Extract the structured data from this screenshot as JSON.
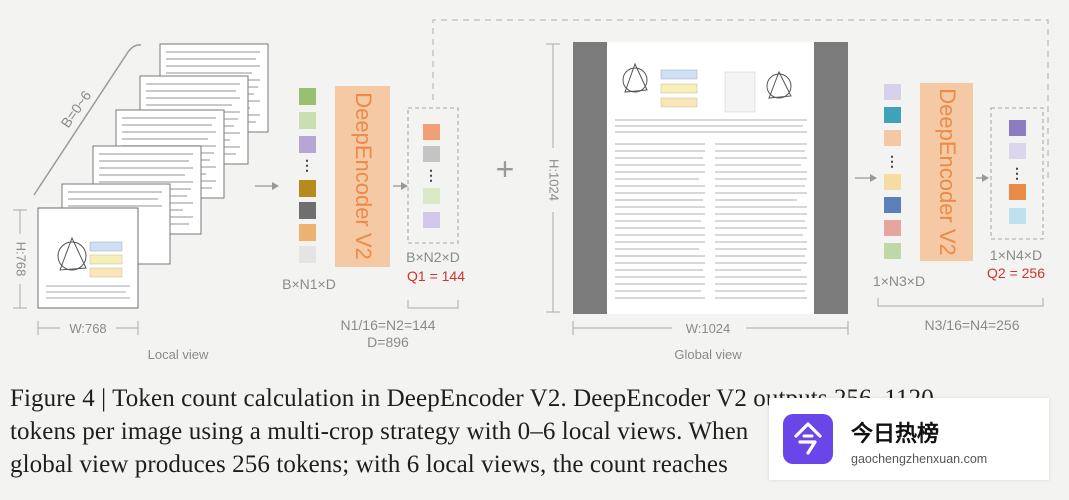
{
  "figure": {
    "local": {
      "batch_label": "B=0~6",
      "height_label": "H:768",
      "width_label": "W:768",
      "view_label": "Local view",
      "dims_in": "B×N1×D",
      "encoder_label": "DeepEncoder V2",
      "dims_out": "B×N2×D",
      "q_label": "Q1 = 144",
      "formula_1": "N1/16=N2=144",
      "formula_2": "D=896"
    },
    "plus_sign": "+",
    "global": {
      "height_label": "H:1024",
      "width_label": "W:1024",
      "view_label": "Global view",
      "dims_in": "1×N3×D",
      "encoder_label": "DeepEncoder V2",
      "dims_out": "1×N4×D",
      "q_label": "Q2 = 256",
      "formula": "N3/16=N4=256"
    },
    "colors": {
      "encoder_fill": "#f4c9a4",
      "encoder_text": "#ec8a47",
      "q_text": "#d2322d",
      "label_gray": "#8a8a8a"
    }
  },
  "caption": {
    "line1": "Figure 4 | Token count calculation in DeepEncoder V2.  DeepEncoder V2 outputs 256–1120",
    "line2": "tokens per image using a multi-crop strategy with 0–6 local views. When",
    "line3": "global view produces 256 tokens; with 6 local views, the count reaches"
  },
  "watermark": {
    "title": "今日热榜",
    "url": "gaochengzhenxuan.com",
    "icon": "today-hot-logo-icon"
  }
}
